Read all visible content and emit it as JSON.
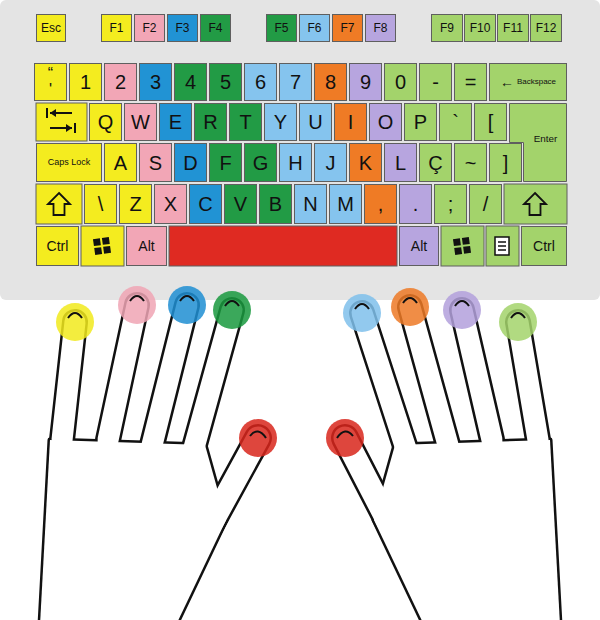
{
  "diagram": {
    "nodes": [
      {
        "text": [
          "Esc"
        ]
      },
      {
        "text": [
          "F1"
        ]
      },
      {
        "text": [
          "F2"
        ]
      },
      {
        "text": [
          "F3"
        ]
      },
      {
        "text": [
          "F4"
        ]
      },
      {
        "text": [
          "F5"
        ]
      },
      {
        "text": [
          "F6"
        ]
      },
      {
        "text": [
          "F7"
        ]
      },
      {
        "text": [
          "F8"
        ]
      },
      {
        "text": [
          "F9"
        ]
      },
      {
        "text": [
          "F10"
        ]
      },
      {
        "text": [
          "F11"
        ]
      },
      {
        "text": [
          "F12"
        ]
      },
      {
        "text": [
          "“",
          "'"
        ]
      },
      {
        "text": [
          "1"
        ]
      },
      {
        "text": [
          "2"
        ]
      },
      {
        "text": [
          "3"
        ]
      },
      {
        "text": [
          "4"
        ]
      },
      {
        "text": [
          "5"
        ]
      },
      {
        "text": [
          "6"
        ]
      },
      {
        "text": [
          "7"
        ]
      },
      {
        "text": [
          "8"
        ]
      },
      {
        "text": [
          "9"
        ]
      },
      {
        "text": [
          "0"
        ]
      },
      {
        "text": [
          "-"
        ]
      },
      {
        "text": [
          "="
        ]
      },
      {
        "text": [
          "←",
          "Backspace"
        ]
      },
      {
        "text": [
          "Q"
        ]
      },
      {
        "text": [
          "W"
        ]
      },
      {
        "text": [
          "E"
        ]
      },
      {
        "text": [
          "R"
        ]
      },
      {
        "text": [
          "T"
        ]
      },
      {
        "text": [
          "Y"
        ]
      },
      {
        "text": [
          "U"
        ]
      },
      {
        "text": [
          "I"
        ]
      },
      {
        "text": [
          "O"
        ]
      },
      {
        "text": [
          "P"
        ]
      },
      {
        "text": [
          "`"
        ]
      },
      {
        "text": [
          "["
        ]
      },
      {
        "text": [
          "Enter"
        ]
      },
      {
        "text": [
          "Caps Lock"
        ]
      },
      {
        "text": [
          "A"
        ]
      },
      {
        "text": [
          "S"
        ]
      },
      {
        "text": [
          "D"
        ]
      },
      {
        "text": [
          "F"
        ]
      },
      {
        "text": [
          "G"
        ]
      },
      {
        "text": [
          "H"
        ]
      },
      {
        "text": [
          "J"
        ]
      },
      {
        "text": [
          "K"
        ]
      },
      {
        "text": [
          "L"
        ]
      },
      {
        "text": [
          "Ç"
        ]
      },
      {
        "text": [
          "~"
        ]
      },
      {
        "text": [
          "]"
        ]
      },
      {
        "text": [
          "\\"
        ]
      },
      {
        "text": [
          "Z"
        ]
      },
      {
        "text": [
          "X"
        ]
      },
      {
        "text": [
          "C"
        ]
      },
      {
        "text": [
          "V"
        ]
      },
      {
        "text": [
          "B"
        ]
      },
      {
        "text": [
          "N"
        ]
      },
      {
        "text": [
          "M"
        ]
      },
      {
        "text": [
          ","
        ]
      },
      {
        "text": [
          "."
        ]
      },
      {
        "text": [
          ";"
        ]
      },
      {
        "text": [
          "/"
        ]
      },
      {
        "text": [
          "Ctrl"
        ]
      },
      {
        "text": [
          "Alt"
        ]
      },
      {
        "text": [
          "Alt"
        ]
      },
      {
        "text": [
          "Ctrl"
        ]
      }
    ]
  }
}
